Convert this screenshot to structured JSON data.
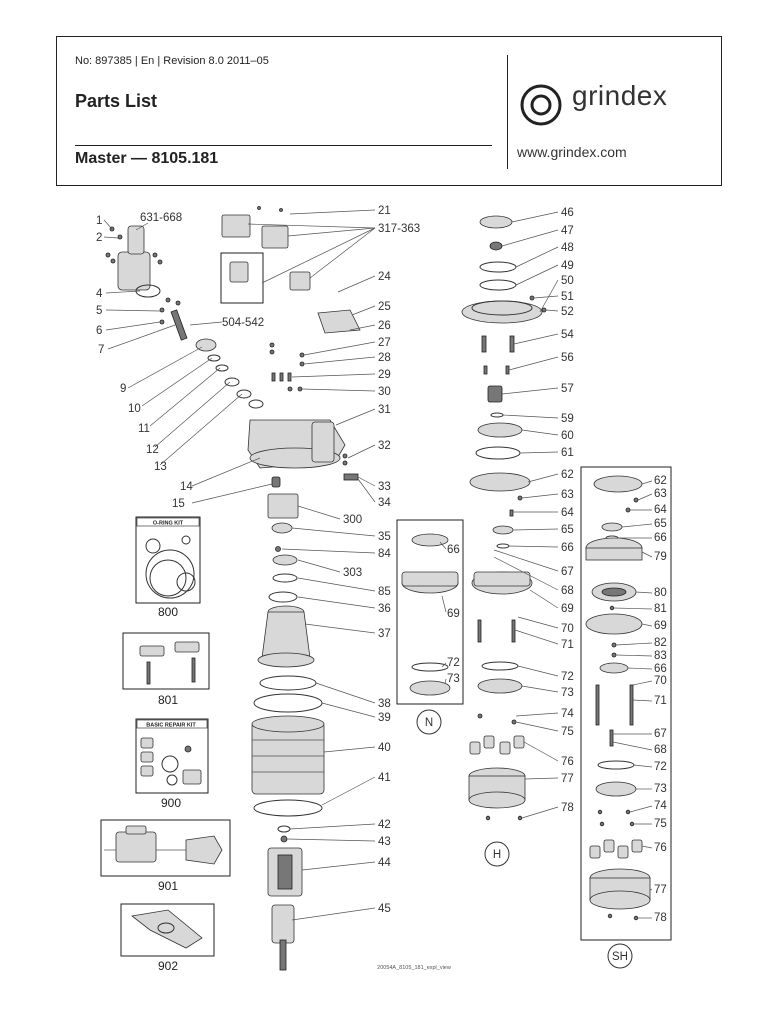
{
  "header": {
    "doc_number": "No: 897385 | En | Revision 8.0 2011–05",
    "title": "Parts List",
    "model": "Master — 8105.181",
    "brand": "grindex",
    "url": "www.grindex.com"
  },
  "labels": {
    "l1": "1",
    "l2": "2",
    "l631": "631-668",
    "l4": "4",
    "l5": "5",
    "l6": "6",
    "l7": "7",
    "l504": "504-542",
    "l9": "9",
    "l10": "10",
    "l11": "11",
    "l12": "12",
    "l13": "13",
    "l14": "14",
    "l15": "15",
    "l21": "21",
    "l317": "317-363",
    "l24": "24",
    "l25": "25",
    "l26": "26",
    "l27": "27",
    "l28": "28",
    "l29": "29",
    "l30": "30",
    "l31": "31",
    "l32": "32",
    "l33": "33",
    "l34": "34",
    "l300": "300",
    "l35": "35",
    "l84": "84",
    "l303": "303",
    "l85": "85",
    "l36": "36",
    "l37": "37",
    "l38": "38",
    "l39": "39",
    "l40": "40",
    "l41": "41",
    "l42": "42",
    "l43": "43",
    "l44": "44",
    "l45": "45",
    "l46": "46",
    "l47": "47",
    "l48": "48",
    "l49": "49",
    "l50": "50",
    "l51": "51",
    "l52": "52",
    "l54": "54",
    "l56": "56",
    "l57": "57",
    "l59": "59",
    "l60": "60",
    "l61": "61",
    "h62": "62",
    "h63": "63",
    "h64": "64",
    "h65": "65",
    "h66": "66",
    "h67": "67",
    "h68": "68",
    "h69": "69",
    "h70": "70",
    "h71": "71",
    "h72": "72",
    "h73": "73",
    "h74": "74",
    "h75": "75",
    "h76": "76",
    "h77": "77",
    "h78": "78",
    "n66": "66",
    "n69": "69",
    "n72": "72",
    "n73": "73",
    "s62": "62",
    "s63": "63",
    "s64": "64",
    "s65": "65",
    "s66": "66",
    "s79": "79",
    "s80": "80",
    "s81": "81",
    "s69": "69",
    "s82": "82",
    "s83": "83",
    "s66b": "66",
    "s70": "70",
    "s71": "71",
    "s67": "67",
    "s68": "68",
    "s72": "72",
    "s73": "73",
    "s74": "74",
    "s75": "75",
    "s76": "76",
    "s77": "77",
    "s78": "78"
  },
  "variants": {
    "n": "N",
    "h": "H",
    "sh": "SH"
  },
  "kits": {
    "k800": "800",
    "k801": "801",
    "k900": "900",
    "k901": "901",
    "k902": "902",
    "oring_kit_caption": "O-RING KIT",
    "basic_repair_caption": "BASIC REPAIR KIT"
  },
  "footer_ref": "20054A_8105_181_expl_view"
}
